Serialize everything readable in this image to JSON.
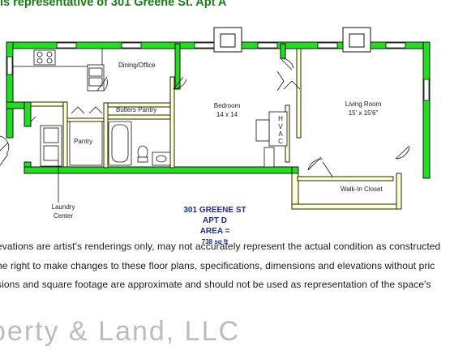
{
  "banner": "is representative of 301 Greene St. Apt A",
  "rooms": {
    "dining_office": "Dining/Office",
    "butlers_pantry": "Butlers Pantry",
    "bedroom_name": "Bedroom",
    "bedroom_size": "14 x 14",
    "living_name": "Living Room",
    "living_size": "15' x 15'6\"",
    "pantry": "Pantry",
    "laundry_line1": "Laundry",
    "laundry_line2": "Center",
    "walkin_closet": "Walk-In Closet",
    "hvac": [
      "H",
      "V",
      "A",
      "C"
    ]
  },
  "info": {
    "address": "301 GREENE ST",
    "apt": "APT D",
    "area_label": "AREA =",
    "area_value": "738 sq ft"
  },
  "disclaimer": [
    "evations are artist's renderings only, may not accurately represent the actual condition as constructed",
    "he right to make changes to these floor plans, specifications, dimensions and elevations without pric",
    "sions and square footage are approximate and should not be used as representation of the space's"
  ],
  "watermark": "perty & Land, LLC",
  "colors": {
    "wall_fill": "#22dd22",
    "wall_stroke": "#111111",
    "interior_wall": "#e8e86a",
    "info_text": "#1e2a8a",
    "banner_text": "#1a7a1a"
  }
}
